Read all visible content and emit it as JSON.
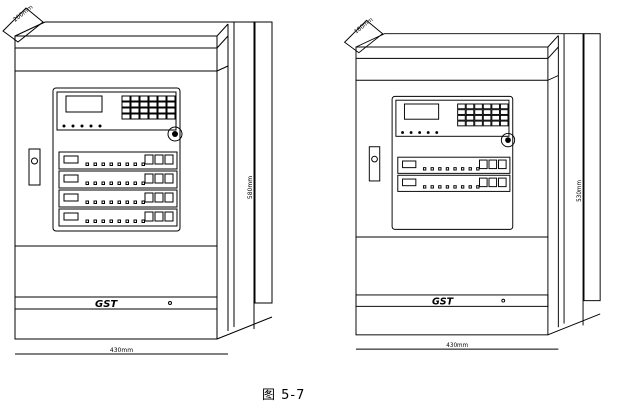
{
  "figure_caption": "图 5-7",
  "cabinets": [
    {
      "name": "large-cabinet",
      "modules": 4,
      "logo": "GST",
      "dimensions": {
        "depth": "200mm",
        "height": "580mm",
        "width": "430mm"
      }
    },
    {
      "name": "small-cabinet",
      "modules": 2,
      "logo": "GST",
      "dimensions": {
        "depth": "180mm",
        "height": "530mm",
        "width": "430mm"
      }
    }
  ]
}
